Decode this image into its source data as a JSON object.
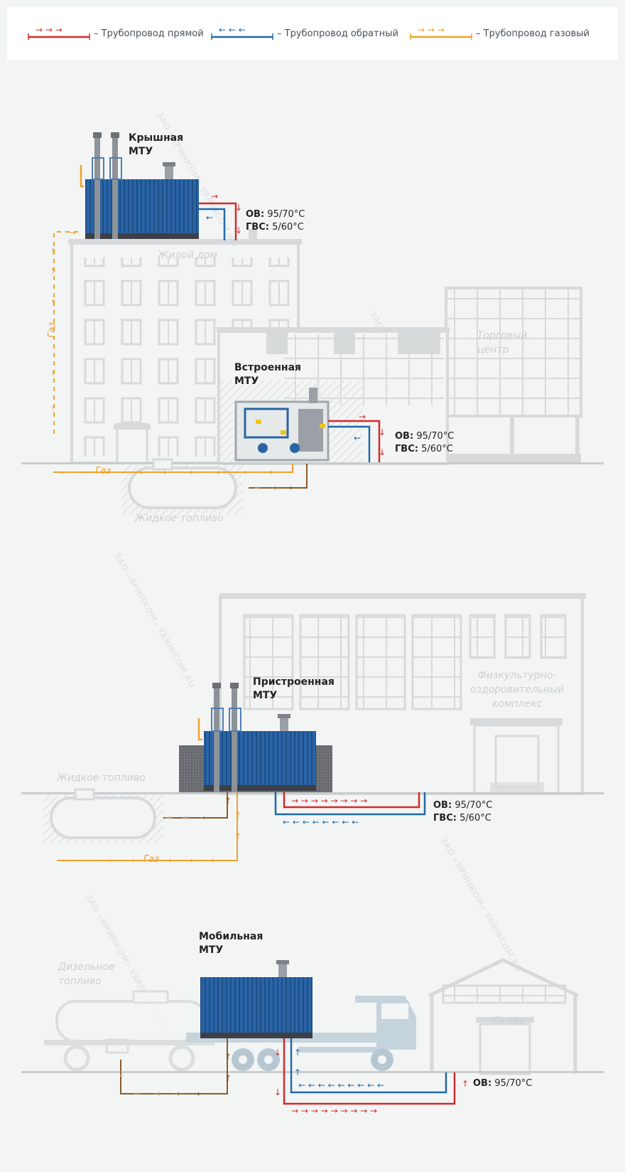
{
  "legend": {
    "direct": {
      "arrows": "→ → →",
      "label": "– Трубопровод прямой"
    },
    "return": {
      "arrows": "← ← ←",
      "label": "– Трубопровод обратный"
    },
    "gas": {
      "arrows": "→ → →",
      "label": "– Трубопровод газовый"
    }
  },
  "colors": {
    "direct": "#d42a2a",
    "return": "#1f6aa8",
    "gas": "#f0a12a",
    "fuel": "#8a5a2a",
    "container": "#2a64a6",
    "building": "#d6dadb"
  },
  "watermark": "ЗАО «ЯРИНКОМ» YARINCOM.RU",
  "roof": {
    "title1": "Крышная",
    "title2": "МТУ",
    "ov_label": "ОВ:",
    "ov_value": "95/70°С",
    "gvs_label": "ГВС:",
    "gvs_value": "5/60°С",
    "house": "Жилой дом",
    "gas": "Газ"
  },
  "builtin": {
    "title1": "Встроенная",
    "title2": "МТУ",
    "ov_label": "ОВ:",
    "ov_value": "95/70°С",
    "gvs_label": "ГВС:",
    "gvs_value": "5/60°С",
    "mall1": "Торговый",
    "mall2": "центр",
    "gas": "Газ",
    "fuel": "Жидкое топливо"
  },
  "attached": {
    "title1": "Пристроенная",
    "title2": "МТУ",
    "ov_label": "ОВ:",
    "ov_value": "95/70°С",
    "gvs_label": "ГВС:",
    "gvs_value": "5/60°С",
    "complex1": "Физкультурно-",
    "complex2": "оздоровительный",
    "complex3": "комплекс",
    "fuel": "Жидкое топливо",
    "gas": "Газ"
  },
  "mobile": {
    "title1": "Мобильная",
    "title2": "МТУ",
    "ov_label": "ОВ:",
    "ov_value": "95/70°С",
    "diesel1": "Дизельное",
    "diesel2": "топливо",
    "warehouse": "Склад"
  }
}
